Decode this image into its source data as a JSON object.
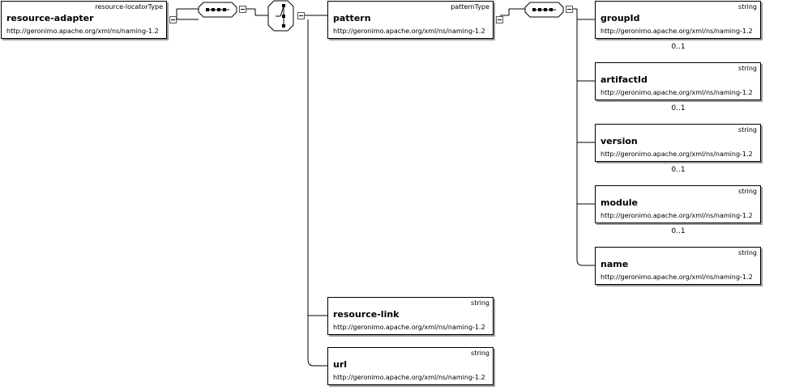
{
  "namespace": "http://geronimo.apache.org/xml/ns/naming-1.2",
  "root": {
    "name": "resource-adapter",
    "type": "resource-locatorType"
  },
  "pattern": {
    "name": "pattern",
    "type": "patternType"
  },
  "resource_link": {
    "name": "resource-link",
    "type": "string"
  },
  "url": {
    "name": "url",
    "type": "string"
  },
  "pattern_children": [
    {
      "name": "groupId",
      "type": "string",
      "occurrence": "0..1"
    },
    {
      "name": "artifactId",
      "type": "string",
      "occurrence": "0..1"
    },
    {
      "name": "version",
      "type": "string",
      "occurrence": "0..1"
    },
    {
      "name": "module",
      "type": "string",
      "occurrence": "0..1"
    },
    {
      "name": "name",
      "type": "string"
    }
  ]
}
